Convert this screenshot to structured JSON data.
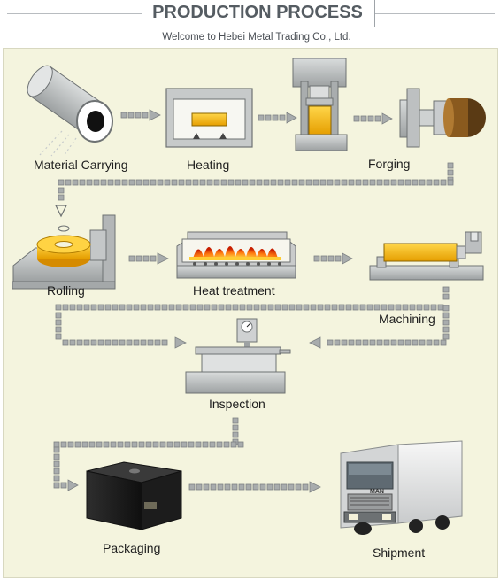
{
  "header": {
    "title": "PRODUCTION PROCESS",
    "subtitle": "Welcome to Hebei Metal Trading Co., Ltd."
  },
  "steps": [
    {
      "label": "Material Carrying",
      "icon": "material-carrying-icon"
    },
    {
      "label": "Heating",
      "icon": "heating-furnace-icon"
    },
    {
      "label": "Forging",
      "icon": "forging-press-icon"
    },
    {
      "label": "Rolling",
      "icon": "rolling-machine-icon"
    },
    {
      "label": "Heat treatment",
      "icon": "heat-treatment-furnace-icon"
    },
    {
      "label": "Machining",
      "icon": "machining-lathe-icon"
    },
    {
      "label": "Inspection",
      "icon": "inspection-gauge-icon"
    },
    {
      "label": "Packaging",
      "icon": "packaging-box-icon"
    },
    {
      "label": "Shipment",
      "icon": "shipment-truck-icon"
    }
  ],
  "truck_brand": "MAN",
  "colors": {
    "background": "#f4f4de",
    "metal": "#f2b700",
    "machine": "#b9bcbc",
    "arrow": "#8f9394"
  }
}
